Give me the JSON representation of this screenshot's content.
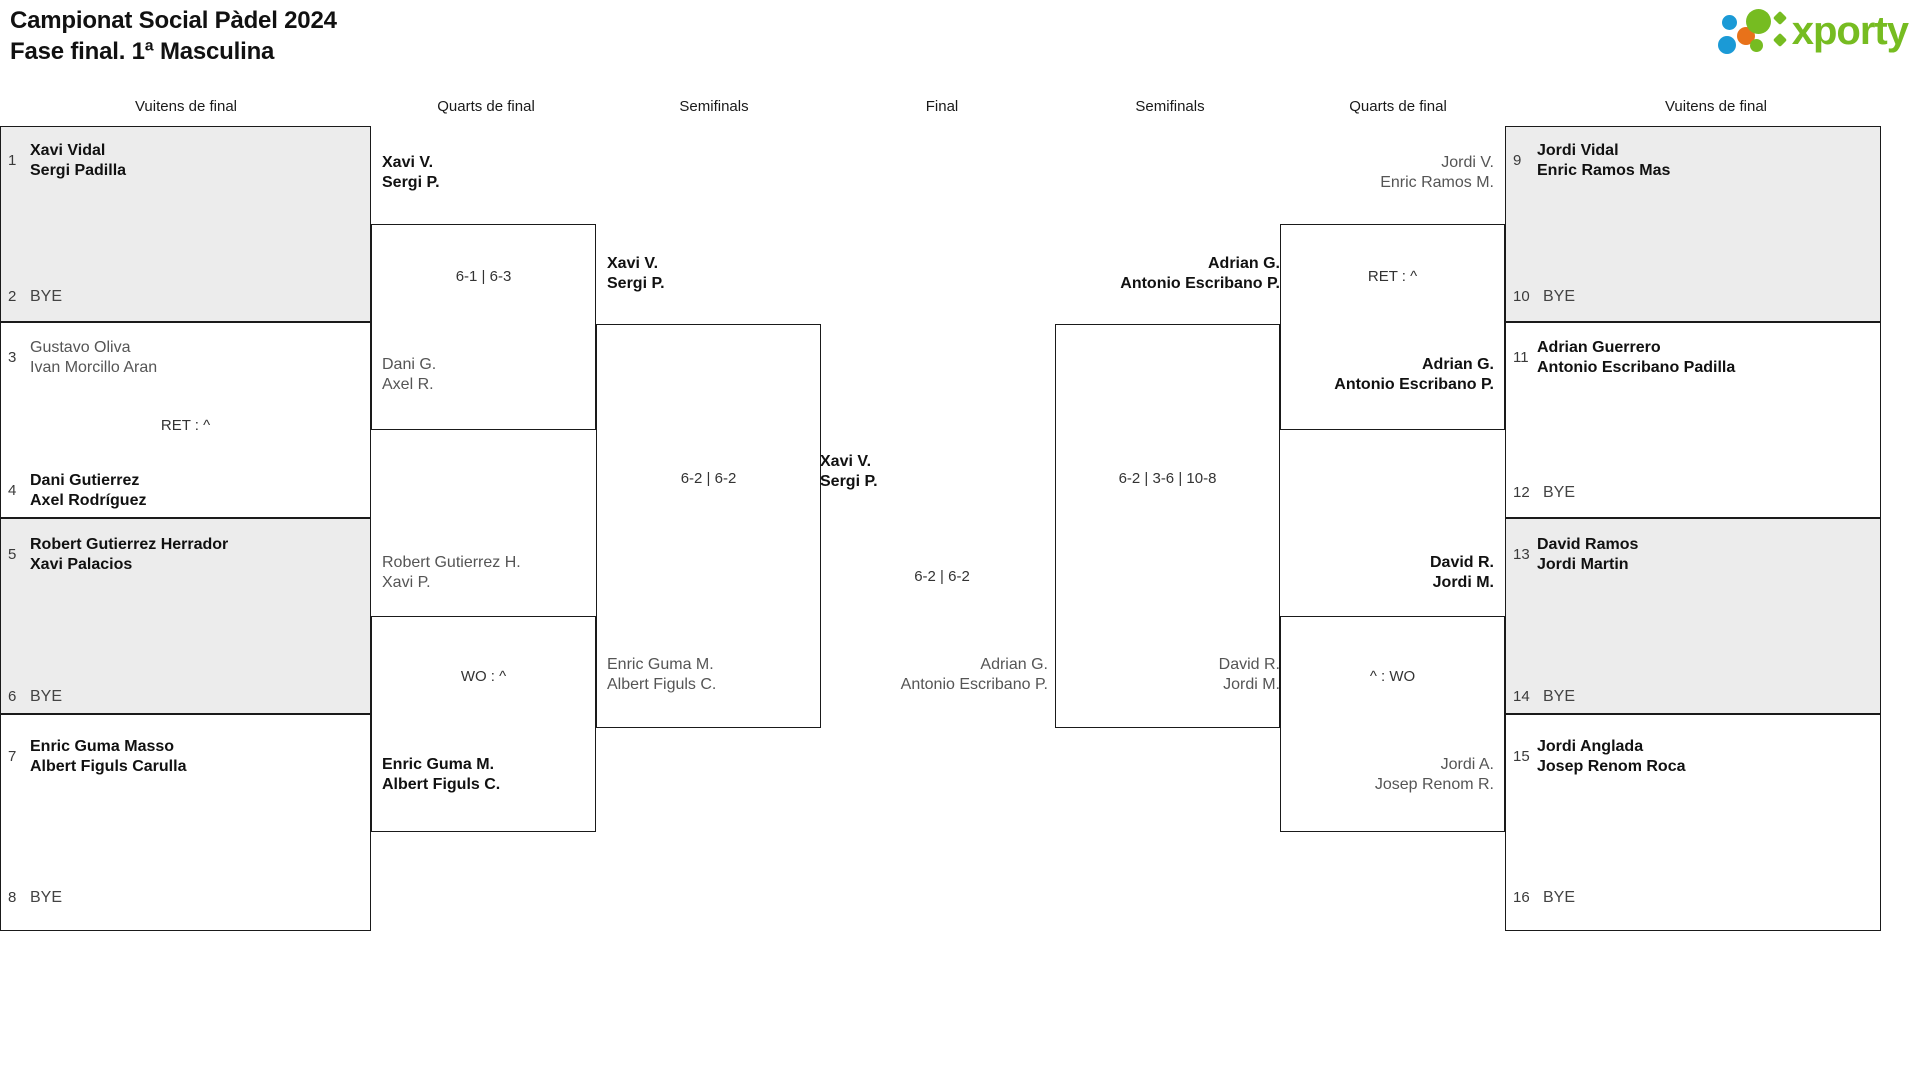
{
  "header": {
    "title_line1": "Campionat Social Pàdel 2024",
    "title_line2": "Fase final. 1ª Masculina",
    "logo_word": "xporty",
    "logo_colors": {
      "blue": "#1b9ad6",
      "orange": "#e8721a",
      "green": "#76bc21"
    }
  },
  "round_headers": {
    "r16_left": "Vuitens de final",
    "qf_left": "Quarts de final",
    "sf_left": "Semifinals",
    "final": "Final",
    "sf_right": "Semifinals",
    "qf_right": "Quarts de final",
    "r16_right": "Vuitens de final"
  },
  "left_r16": [
    {
      "seed": "1",
      "line1": "Xavi Vidal",
      "line2": "Sergi Padilla",
      "result": "win",
      "shaded": true
    },
    {
      "seed": "2",
      "bye": "BYE",
      "result": "bye",
      "shaded": true
    },
    {
      "seed": "3",
      "line1": "Gustavo Oliva",
      "line2": "Ivan Morcillo Aran",
      "result": "lose",
      "shaded": false
    },
    {
      "seed": "4",
      "line1": "Dani Gutierrez",
      "line2": "Axel Rodríguez",
      "result": "win",
      "shaded": false
    },
    {
      "seed": "5",
      "line1": "Robert Gutierrez Herrador",
      "line2": "Xavi Palacios",
      "result": "win",
      "shaded": true
    },
    {
      "seed": "6",
      "bye": "BYE",
      "result": "bye",
      "shaded": true
    },
    {
      "seed": "7",
      "line1": "Enric Guma Masso",
      "line2": "Albert Figuls Carulla",
      "result": "win",
      "shaded": false
    },
    {
      "seed": "8",
      "bye": "BYE",
      "result": "bye",
      "shaded": false
    }
  ],
  "right_r16": [
    {
      "seed": "9",
      "line1": "Jordi Vidal",
      "line2": "Enric Ramos Mas",
      "result": "win",
      "shaded": true
    },
    {
      "seed": "10",
      "bye": "BYE",
      "result": "bye",
      "shaded": true
    },
    {
      "seed": "11",
      "line1": "Adrian Guerrero",
      "line2": "Antonio Escribano Padilla",
      "result": "win",
      "shaded": false
    },
    {
      "seed": "12",
      "bye": "BYE",
      "result": "bye",
      "shaded": false
    },
    {
      "seed": "13",
      "line1": "David Ramos",
      "line2": "Jordi Martin",
      "result": "win",
      "shaded": true
    },
    {
      "seed": "14",
      "bye": "BYE",
      "result": "bye",
      "shaded": true
    },
    {
      "seed": "15",
      "line1": "Jordi Anglada",
      "line2": "Josep Renom Roca",
      "result": "win",
      "shaded": false
    },
    {
      "seed": "16",
      "bye": "BYE",
      "result": "bye",
      "shaded": false
    }
  ],
  "left_r16_scores": {
    "match_3_4": "RET : ^"
  },
  "left_qf": {
    "m1": {
      "top_l1": "Xavi V.",
      "top_l2": "Sergi P.",
      "top_result": "win",
      "bot_l1": "Dani G.",
      "bot_l2": "Axel R.",
      "bot_result": "lose",
      "score": "6-1 | 6-3"
    },
    "m2": {
      "top_l1": "Robert Gutierrez H.",
      "top_l2": "Xavi P.",
      "top_result": "lose",
      "bot_l1": "Enric Guma M.",
      "bot_l2": "Albert Figuls C.",
      "bot_result": "win",
      "score": "WO : ^"
    }
  },
  "left_sf": {
    "top_l1": "Xavi V.",
    "top_l2": "Sergi P.",
    "top_result": "win",
    "bot_l1": "Enric Guma M.",
    "bot_l2": "Albert Figuls C.",
    "bot_result": "lose",
    "score": "6-2 | 6-2"
  },
  "final": {
    "top_l1": "Xavi V.",
    "top_l2": "Sergi P.",
    "top_result": "win",
    "bot_l1": "Adrian G.",
    "bot_l2": "Antonio Escribano P.",
    "bot_result": "lose",
    "score": "6-2 | 6-2"
  },
  "right_sf": {
    "top_l1": "Adrian G.",
    "top_l2": "Antonio Escribano P.",
    "top_result": "win",
    "bot_l1": "David R.",
    "bot_l2": "Jordi M.",
    "bot_result": "lose",
    "score": "6-2 | 3-6 | 10-8"
  },
  "right_qf": {
    "m1": {
      "top_l1": "Jordi V.",
      "top_l2": "Enric Ramos M.",
      "top_result": "lose",
      "bot_l1": "Adrian G.",
      "bot_l2": "Antonio Escribano P.",
      "bot_result": "win",
      "score": "RET : ^"
    },
    "m2": {
      "top_l1": "David R.",
      "top_l2": "Jordi M.",
      "top_result": "win",
      "bot_l1": "Jordi A.",
      "bot_l2": "Josep Renom R.",
      "bot_result": "lose",
      "score": "^ : WO"
    }
  }
}
